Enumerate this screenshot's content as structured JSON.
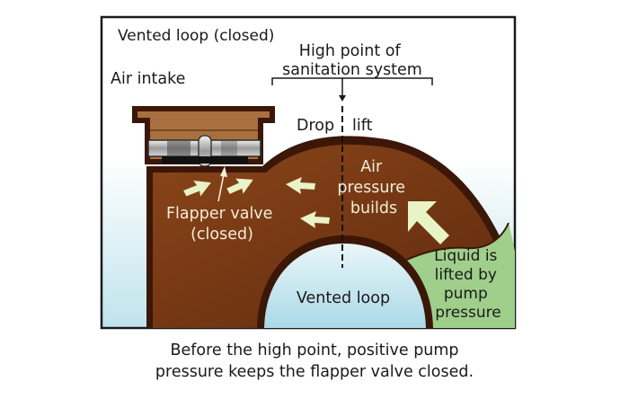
{
  "title": "Vented loop (closed)",
  "labels": {
    "high_point": [
      "High point of",
      "sanitation system"
    ],
    "air_intake": "Air intake",
    "drop": "Drop",
    "lift": "lift",
    "air_pressure": [
      "Air",
      "pressure",
      "builds"
    ],
    "flapper": [
      "Flapper valve",
      "(closed)"
    ],
    "vented_loop": "Vented loop",
    "liquid": [
      "Liquid is",
      "lifted by",
      "pump",
      "pressure"
    ]
  },
  "caption": [
    "Before the high point, positive pump",
    "pressure keeps the flapper valve closed."
  ],
  "colors": {
    "pipe_dark": "#3b1708",
    "pipe_fill": "#7a3914",
    "liquid": "#9fcf8b",
    "water_bg": "#bfe3ec",
    "valve_cap": "#a8703f",
    "arrow": "#e8f3c6"
  }
}
